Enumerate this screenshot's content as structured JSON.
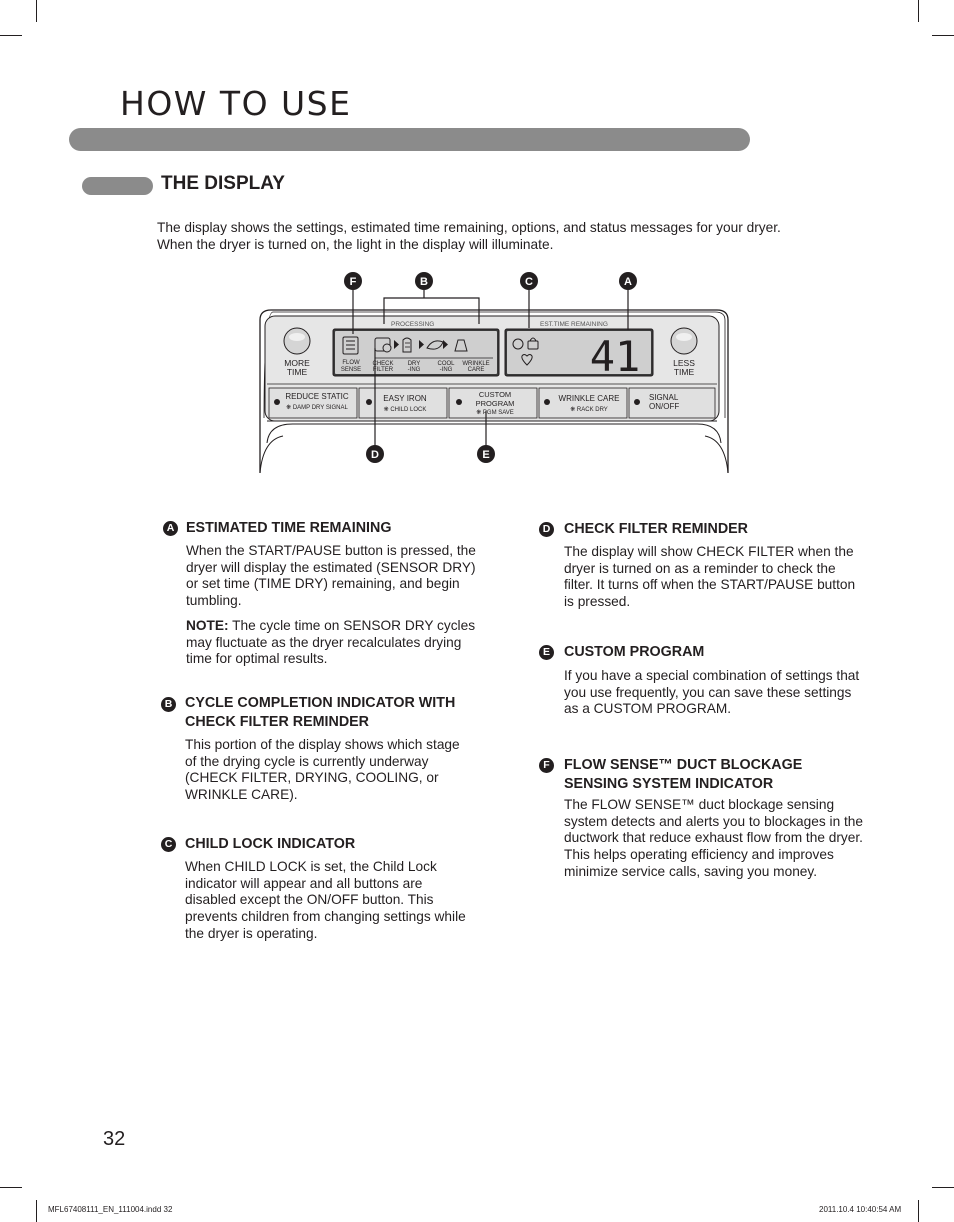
{
  "page_title": "HOW TO USE",
  "section_title": "THE DISPLAY",
  "intro": "The display shows the settings, estimated time remaining, options, and status messages for your dryer. When the dryer is turned on, the light in the display will illuminate.",
  "diagram": {
    "callouts": [
      "F",
      "B",
      "C",
      "A",
      "D",
      "E"
    ],
    "processing_label": "PROCESSING",
    "est_time_label": "EST.TIME REMAINING",
    "flow_sense_label": [
      "FLOW",
      "SENSE"
    ],
    "stages": [
      {
        "line1": "CHECK",
        "line2": "FILTER"
      },
      {
        "line1": "DRY",
        "line2": "-ING"
      },
      {
        "line1": "COOL",
        "line2": "-ING"
      },
      {
        "line1": "WRINKLE",
        "line2": "CARE"
      }
    ],
    "time_display": "41",
    "more_time": [
      "MORE",
      "TIME"
    ],
    "less_time": [
      "LESS",
      "TIME"
    ],
    "buttons": [
      {
        "line1": "REDUCE STATIC",
        "line2": "❋ DAMP DRY SIGNAL"
      },
      {
        "line1": "EASY IRON",
        "line2": "❋ CHILD LOCK"
      },
      {
        "line1": "CUSTOM",
        "line2": "PROGRAM",
        "line3": "❋ PGM SAVE"
      },
      {
        "line1": "WRINKLE CARE",
        "line2": "❋ RACK DRY"
      },
      {
        "line1": "SIGNAL",
        "line2": "ON/OFF"
      }
    ]
  },
  "items": {
    "a": {
      "badge": "A",
      "heading": "ESTIMATED TIME REMAINING",
      "body": "When the START/PAUSE button is pressed, the dryer will display the estimated (SENSOR DRY) or set time (TIME DRY) remaining, and begin tumbling.",
      "note_label": "NOTE:",
      "note": " The cycle time on SENSOR DRY cycles may fluctuate as the dryer recalculates drying time for optimal results."
    },
    "b": {
      "badge": "B",
      "heading": "CYCLE COMPLETION INDICATOR WITH CHECK FILTER REMINDER",
      "body": "This portion of the display shows which stage of the drying cycle is currently underway (CHECK FILTER, DRYING, COOLING, or WRINKLE CARE)."
    },
    "c": {
      "badge": "C",
      "heading": "CHILD LOCK INDICATOR",
      "body": "When CHILD LOCK is set, the Child Lock indicator will appear and all buttons are disabled except the ON/OFF button. This prevents children from changing settings while the dryer is operating."
    },
    "d": {
      "badge": "D",
      "heading": "CHECK FILTER REMINDER",
      "body": "The display will show CHECK FILTER when the dryer is turned on as a reminder to check the filter. It turns off when the START/PAUSE button is pressed."
    },
    "e": {
      "badge": "E",
      "heading": "CUSTOM PROGRAM",
      "body": "If you have a special combination of settings that you use frequently, you can save these settings as a CUSTOM PROGRAM."
    },
    "f": {
      "badge": "F",
      "heading": "FLOW SENSE™ DUCT BLOCKAGE SENSING SYSTEM INDICATOR",
      "body": "The FLOW SENSE™ duct blockage sensing system detects and alerts you to blockages in the ductwork that reduce exhaust flow from the dryer. This helps operating efficiency and improves minimize service calls, saving you money."
    }
  },
  "page_number": "32",
  "footer": {
    "left": "MFL67408111_EN_111004.indd   32",
    "right": "2011.10.4   10:40:54 AM"
  }
}
